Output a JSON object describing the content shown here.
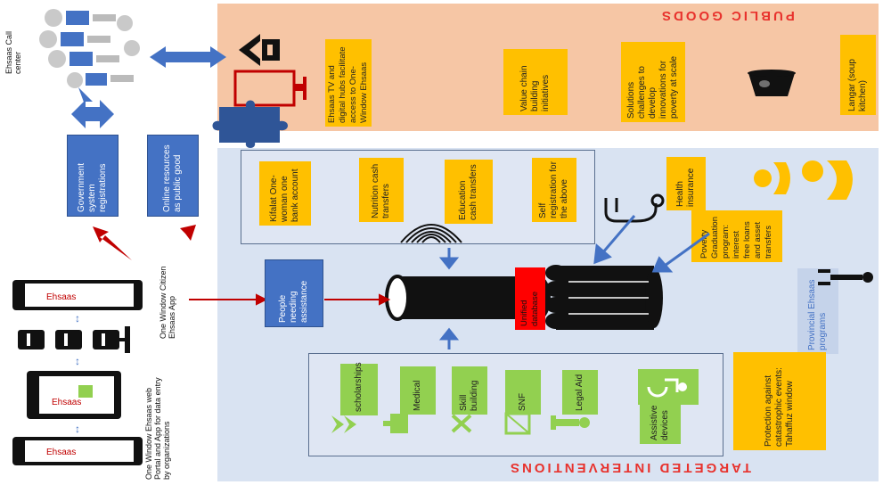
{
  "public_goods": {
    "title": "PUBLIC GOODS",
    "items": [
      "Ehsaas TV and digital hubs facilitate access to One-Window Ehsaas",
      "Value chain building initiatives",
      "Solutions challenges to develop innovations for poverty at scale",
      "Langar (soup kitchen)"
    ]
  },
  "targeted": {
    "title": "TARGETED INTERVENTIONS",
    "top_group": [
      "Kifalat One-woman one bank account",
      "Nutrition cash transfers",
      "Education cash transfers",
      "Self registration for the above"
    ],
    "health": "Health insurance",
    "poverty": "Poverty Graduation program: interest free loans and asset transfers",
    "provincial": "Provincial Ehsaas programs",
    "database": "Unified database",
    "bottom_group": [
      "scholarships",
      "Medical",
      "Skill building",
      "SNF",
      "Legal Aid",
      "Assistive devices"
    ],
    "protection": "Protection against catastrophic events: Tahaffuz window"
  },
  "left": {
    "call_center": "Ehsaas Call center",
    "gov_reg": "Government system registrations",
    "online": "Online resources as public good",
    "people": "People needing assistance",
    "app_caption": "One Window Citizen Ehsaas App",
    "portal_caption": "One Window Ehsaas web Portal and App for data entry by organizations",
    "logo_text": "Ehsaas"
  },
  "colors": {
    "public_panel": "#f6c6a5",
    "targeted_panel": "#d9e3f2",
    "yellow": "#ffc000",
    "green": "#92d050",
    "blue": "#4472c4",
    "red": "#e8322d"
  }
}
